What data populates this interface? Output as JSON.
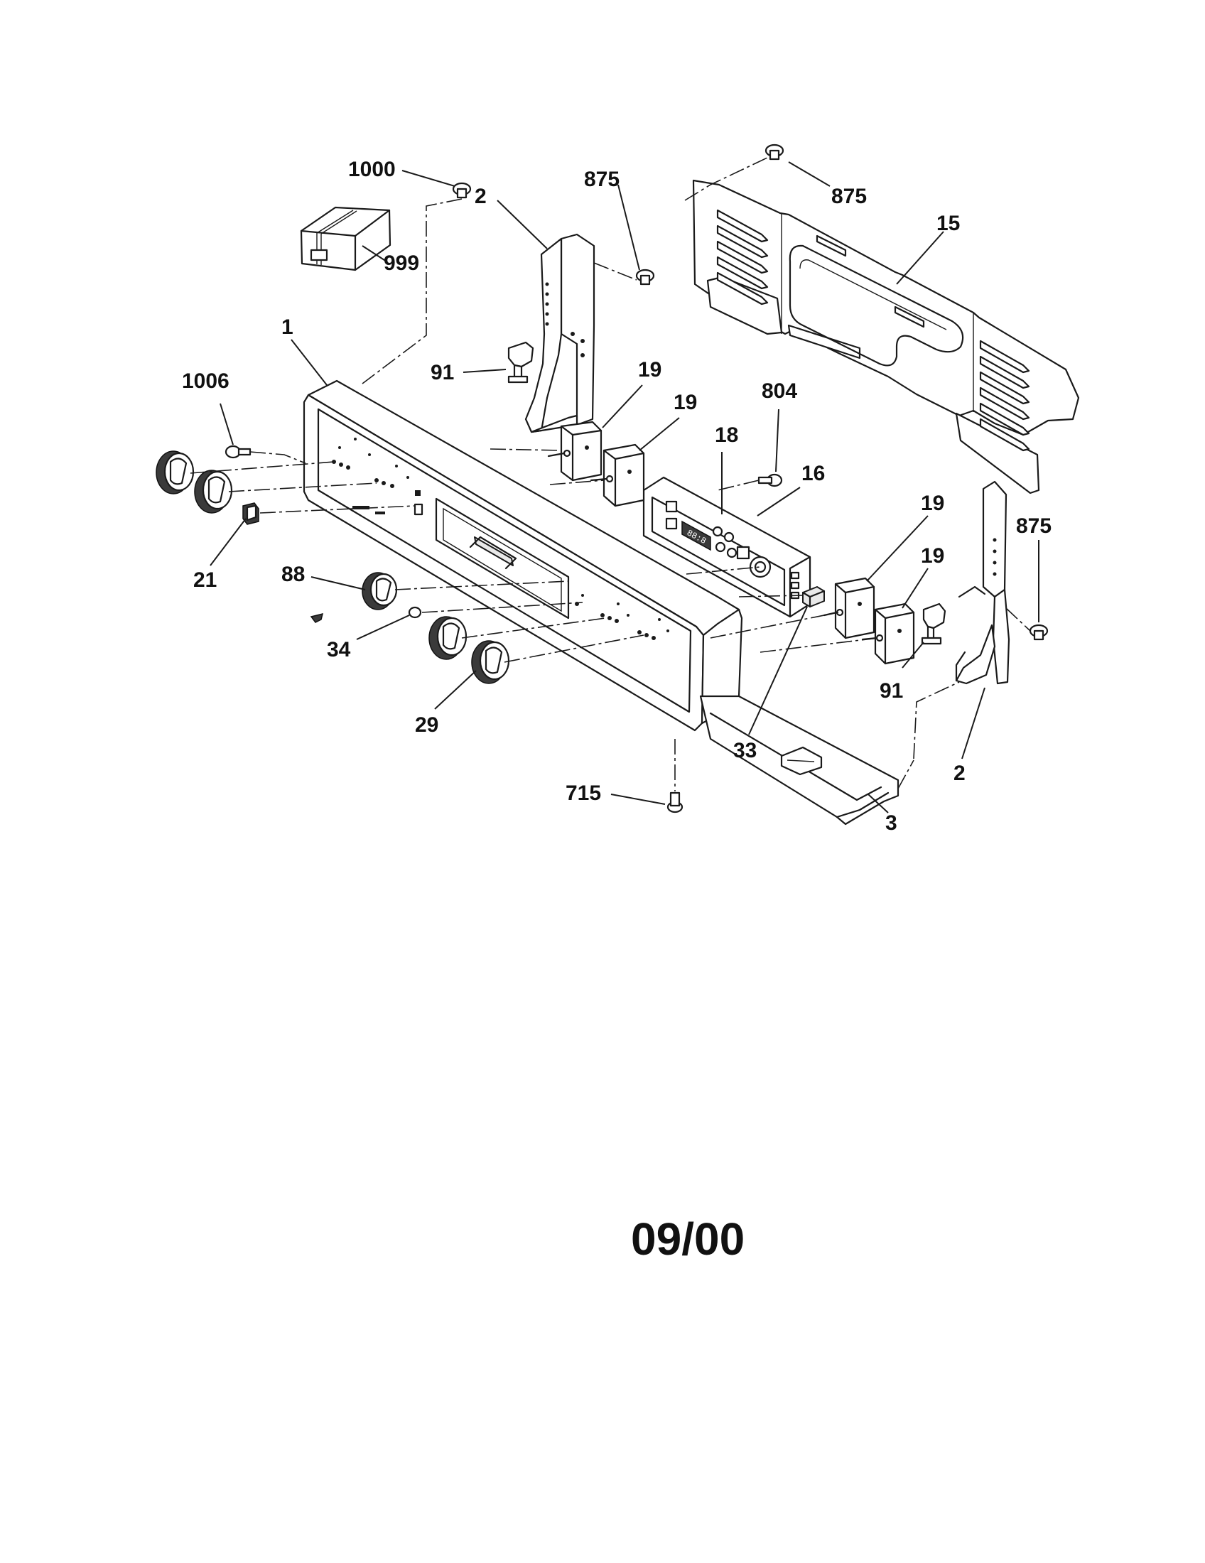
{
  "callouts": {
    "p1000": "1000",
    "p2_top": "2",
    "p875_a": "875",
    "p875_b": "875",
    "p15": "15",
    "p999": "999",
    "p1": "1",
    "p91_a": "91",
    "p1006": "1006",
    "p19_a": "19",
    "p19_b": "19",
    "p804": "804",
    "p18": "18",
    "p16": "16",
    "p19_c": "19",
    "p875_c": "875",
    "p19_d": "19",
    "p21": "21",
    "p88": "88",
    "p34": "34",
    "p91_b": "91",
    "p29": "29",
    "p33": "33",
    "p2_bottom": "2",
    "p715": "715",
    "p3": "3"
  },
  "revision_date": "09/00"
}
